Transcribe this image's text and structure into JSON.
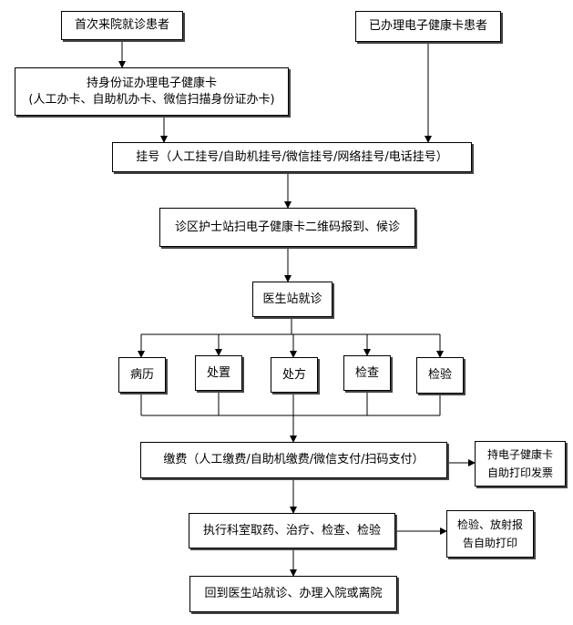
{
  "nodes": {
    "first_visit": "首次来院就诊患者",
    "has_card": "已办理电子健康卡患者",
    "apply_card_line1": "持身份证办理电子健康卡",
    "apply_card_line2": "(人工办卡、自助机办卡、微信扫描身份证办卡)",
    "register": "挂号（人工挂号/自助机挂号/微信挂号/网络挂号/电话挂号）",
    "report": "诊区护士站扫电子健康卡二维码报到、候诊",
    "doctor": "医生站就诊",
    "branches": [
      "病历",
      "处置",
      "处方",
      "检查",
      "检验"
    ],
    "pay": "缴费（人工缴费/自助机缴费/微信支付/扫码支付）",
    "invoice_line1": "持电子健康卡",
    "invoice_line2": "自助打印发票",
    "execute": "执行科室取药、治疗、检查、检验",
    "report_print_line1": "检验、放射报",
    "report_print_line2": "告自助打印",
    "return": "回到医生站就诊、办理入院或离院"
  }
}
